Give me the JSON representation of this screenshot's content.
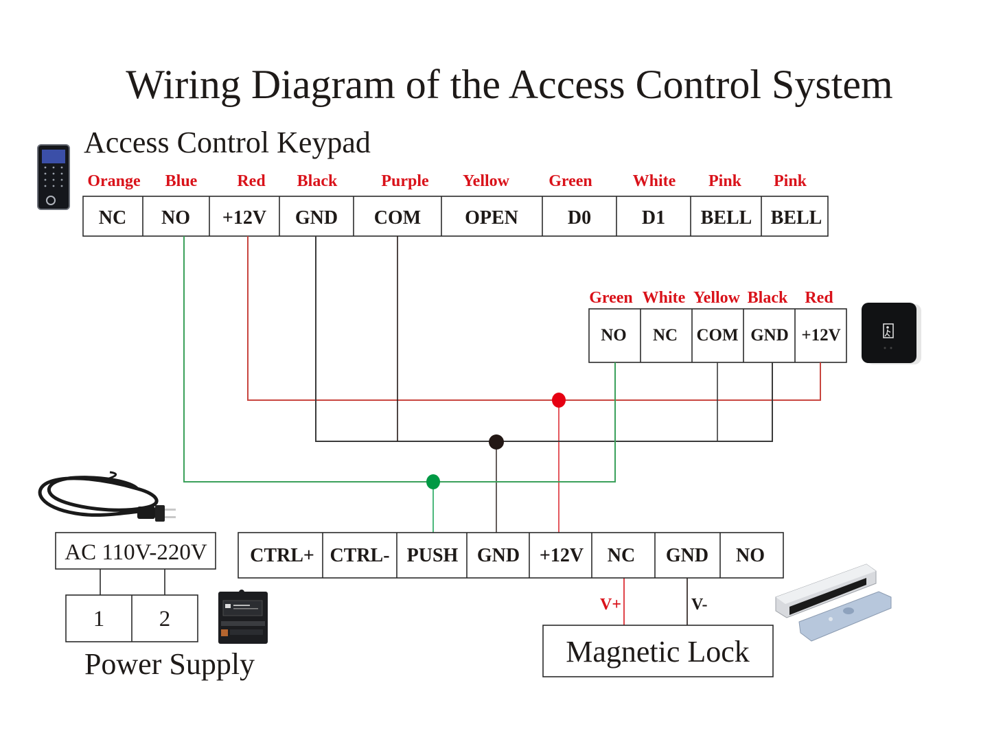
{
  "title": "Wiring Diagram of the Access Control System",
  "keypad": {
    "heading": "Access Control Keypad",
    "icon": "keypad-device-icon",
    "terminals": [
      {
        "label": "NC",
        "wire": "Orange"
      },
      {
        "label": "NO",
        "wire": "Blue"
      },
      {
        "label": "+12V",
        "wire": "Red"
      },
      {
        "label": "GND",
        "wire": "Black"
      },
      {
        "label": "COM",
        "wire": "Purple"
      },
      {
        "label": "OPEN",
        "wire": "Yellow"
      },
      {
        "label": "D0",
        "wire": "Green"
      },
      {
        "label": "D1",
        "wire": "White"
      },
      {
        "label": "BELL",
        "wire": "Pink"
      },
      {
        "label": "BELL",
        "wire": "Pink"
      }
    ]
  },
  "exit_button": {
    "icon": "exit-button-device-icon",
    "terminals": [
      {
        "label": "NO",
        "wire": "Green"
      },
      {
        "label": "NC",
        "wire": "White"
      },
      {
        "label": "COM",
        "wire": "Yellow"
      },
      {
        "label": "GND",
        "wire": "Black"
      },
      {
        "label": "+12V",
        "wire": "Red"
      }
    ]
  },
  "power_supply": {
    "heading": "Power Supply",
    "ac_input": "AC 110V-220V",
    "ac_terminals": [
      "1",
      "2"
    ],
    "icons": [
      "power-cord-icon",
      "power-supply-unit-icon"
    ],
    "terminals": [
      "CTRL+",
      "CTRL-",
      "PUSH",
      "GND",
      "+12V",
      "NC",
      "GND",
      "NO"
    ]
  },
  "magnetic_lock": {
    "label": "Magnetic Lock",
    "vplus": "V+",
    "vminus": "V-",
    "icon": "magnetic-lock-device-icon"
  },
  "wires": [
    {
      "name": "red-12v-bus",
      "color": "#d9121a",
      "connects": [
        "keypad +12V",
        "exit +12V",
        "psu +12V"
      ]
    },
    {
      "name": "black-gnd-bus",
      "color": "#231815",
      "connects": [
        "keypad GND",
        "keypad COM",
        "exit COM",
        "exit GND",
        "psu GND"
      ]
    },
    {
      "name": "green-push-bus",
      "color": "#009944",
      "connects": [
        "keypad NO",
        "exit NO",
        "psu PUSH"
      ]
    },
    {
      "name": "lock-vplus",
      "color": "#d9121a",
      "connects": [
        "psu NC",
        "lock V+"
      ]
    },
    {
      "name": "lock-vminus",
      "color": "#231815",
      "connects": [
        "psu GND",
        "lock V-"
      ]
    }
  ],
  "colors": {
    "wire_label": "#d9121a",
    "red": "#d9121a",
    "black": "#231815",
    "green": "#009944"
  }
}
